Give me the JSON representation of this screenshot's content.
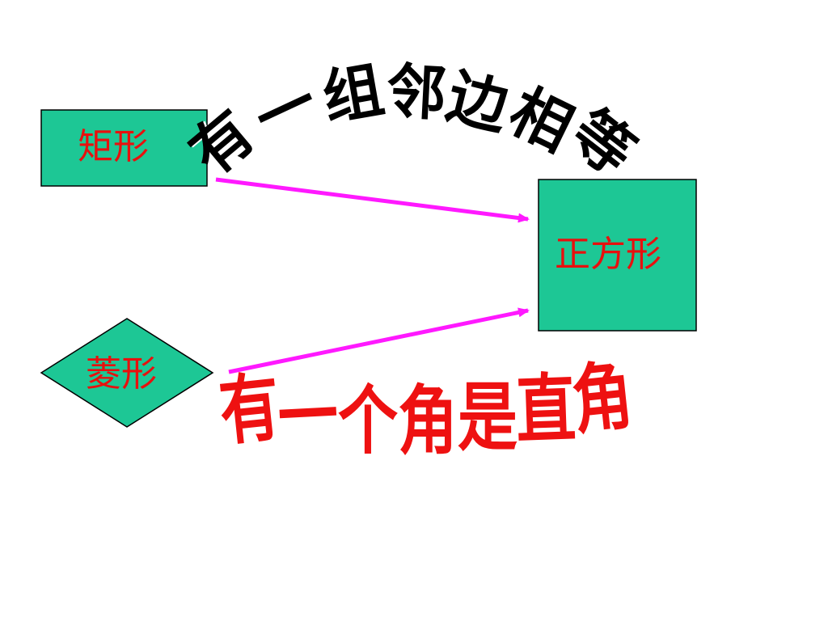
{
  "colors": {
    "shape_fill": "#1dc795",
    "shape_label": "#e8100e",
    "arrow": "#ff19ff",
    "arc_top_text": "#000000",
    "arc_bottom_text": "#ee1111"
  },
  "shapes": {
    "rectangle_label": "矩形",
    "rhombus_label": "菱形",
    "square_label": "正方形"
  },
  "conditions": {
    "top": "有一组邻边相等",
    "bottom": "有一个角是直角"
  }
}
